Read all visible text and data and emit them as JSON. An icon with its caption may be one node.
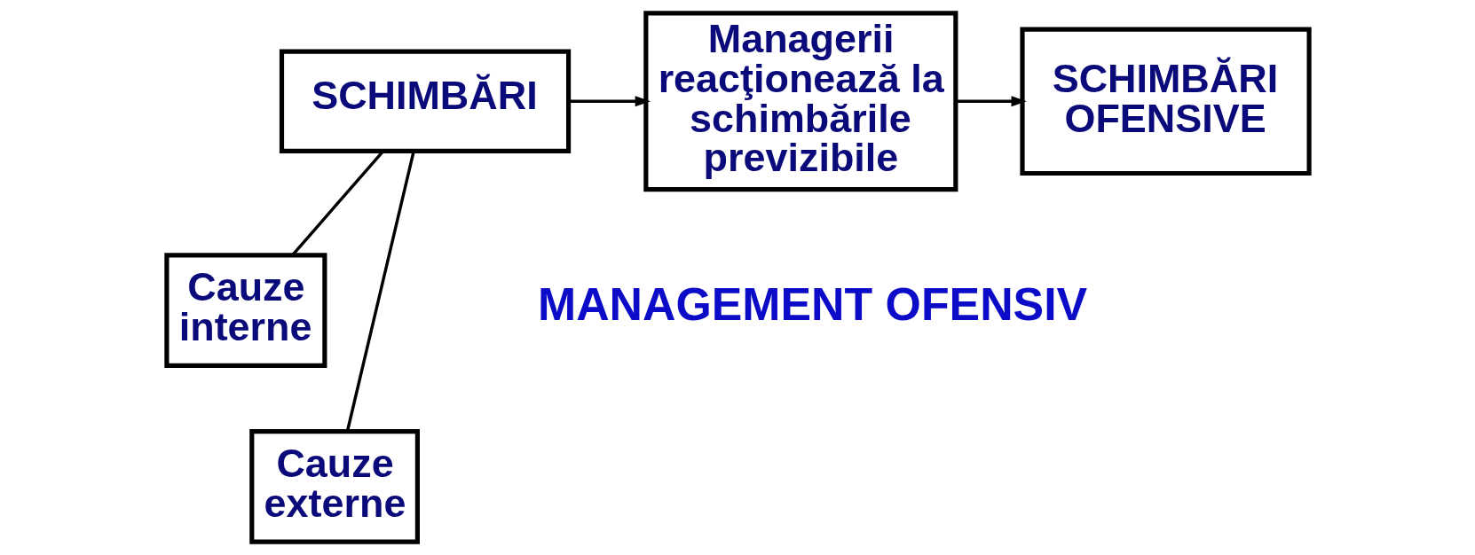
{
  "diagram": {
    "nodes": [
      {
        "text": [
          "SCHIMBĂRI"
        ]
      },
      {
        "text": [
          "Managerii reacţionează la schimbările previzibile"
        ]
      },
      {
        "text": [
          "SCHIMBĂRI OFENSIVE"
        ]
      },
      {
        "text": [
          "Cauze interne"
        ]
      },
      {
        "text": [
          "Cauze externe"
        ]
      }
    ],
    "edges": [
      {
        "from": 0,
        "to": 1,
        "arrow": "to"
      },
      {
        "from": 1,
        "to": 2,
        "arrow": "to"
      },
      {
        "from": 0,
        "to": 3,
        "arrow": "none"
      },
      {
        "from": 0,
        "to": 4,
        "arrow": "none"
      }
    ],
    "labels": [
      "MANAGEMENT OFENSIV"
    ]
  }
}
